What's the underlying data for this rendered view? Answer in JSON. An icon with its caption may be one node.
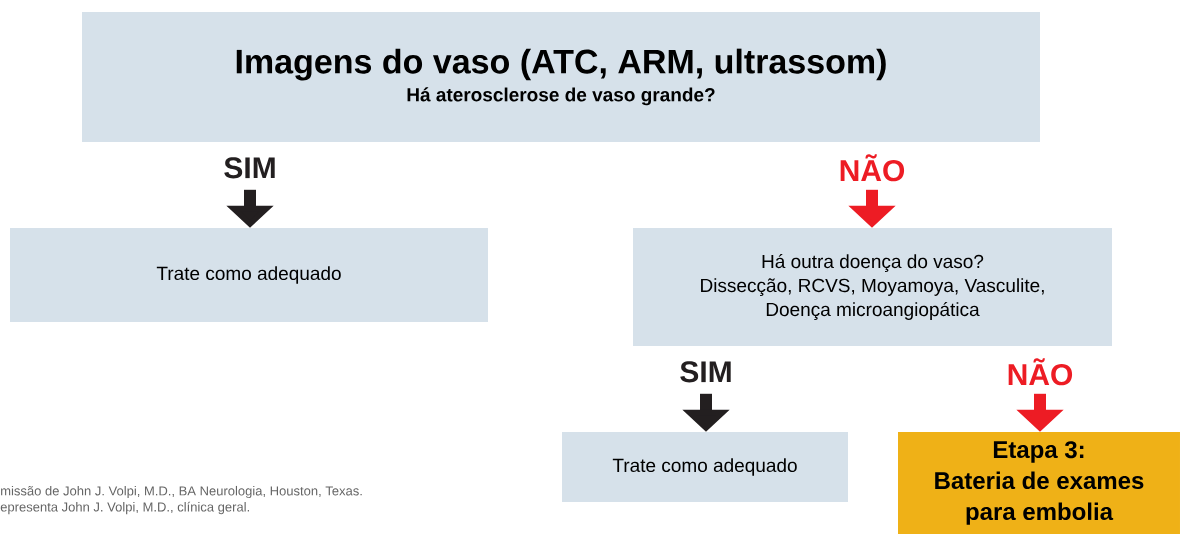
{
  "diagram": {
    "nodes": [
      {
        "text": [
          "Imagens do vaso (ATC, ARM, ultrassom)",
          "Há aterosclerose de vaso grande?"
        ]
      },
      {
        "text": [
          "Trate como adequado"
        ]
      },
      {
        "text": [
          "Há outra doença do vaso?",
          "Dissecção, RCVS, Moyamoya, Vasculite, Doença microangiopática"
        ]
      },
      {
        "text": [
          "Trate como adequado"
        ]
      },
      {
        "text": [
          "Etapa 3:",
          "Bateria de exames para embolia"
        ]
      }
    ],
    "edges": [
      {
        "from": null,
        "to": 1,
        "arrow": "to",
        "label": "SIM",
        "color": "#231f20"
      },
      {
        "from": null,
        "to": 2,
        "arrow": "to",
        "label": "NÃO",
        "color": "#ed1c24"
      },
      {
        "from": null,
        "to": 3,
        "arrow": "to",
        "label": "SIM",
        "color": "#231f20"
      },
      {
        "from": null,
        "to": 4,
        "arrow": "to",
        "label": "NÃO",
        "color": "#ed1c24"
      }
    ],
    "labels": [
      "missão de John J. Volpi, M.D., BA Neurologia, Houston, Texas.",
      "epresenta John J. Volpi, M.D., clínica geral."
    ]
  }
}
